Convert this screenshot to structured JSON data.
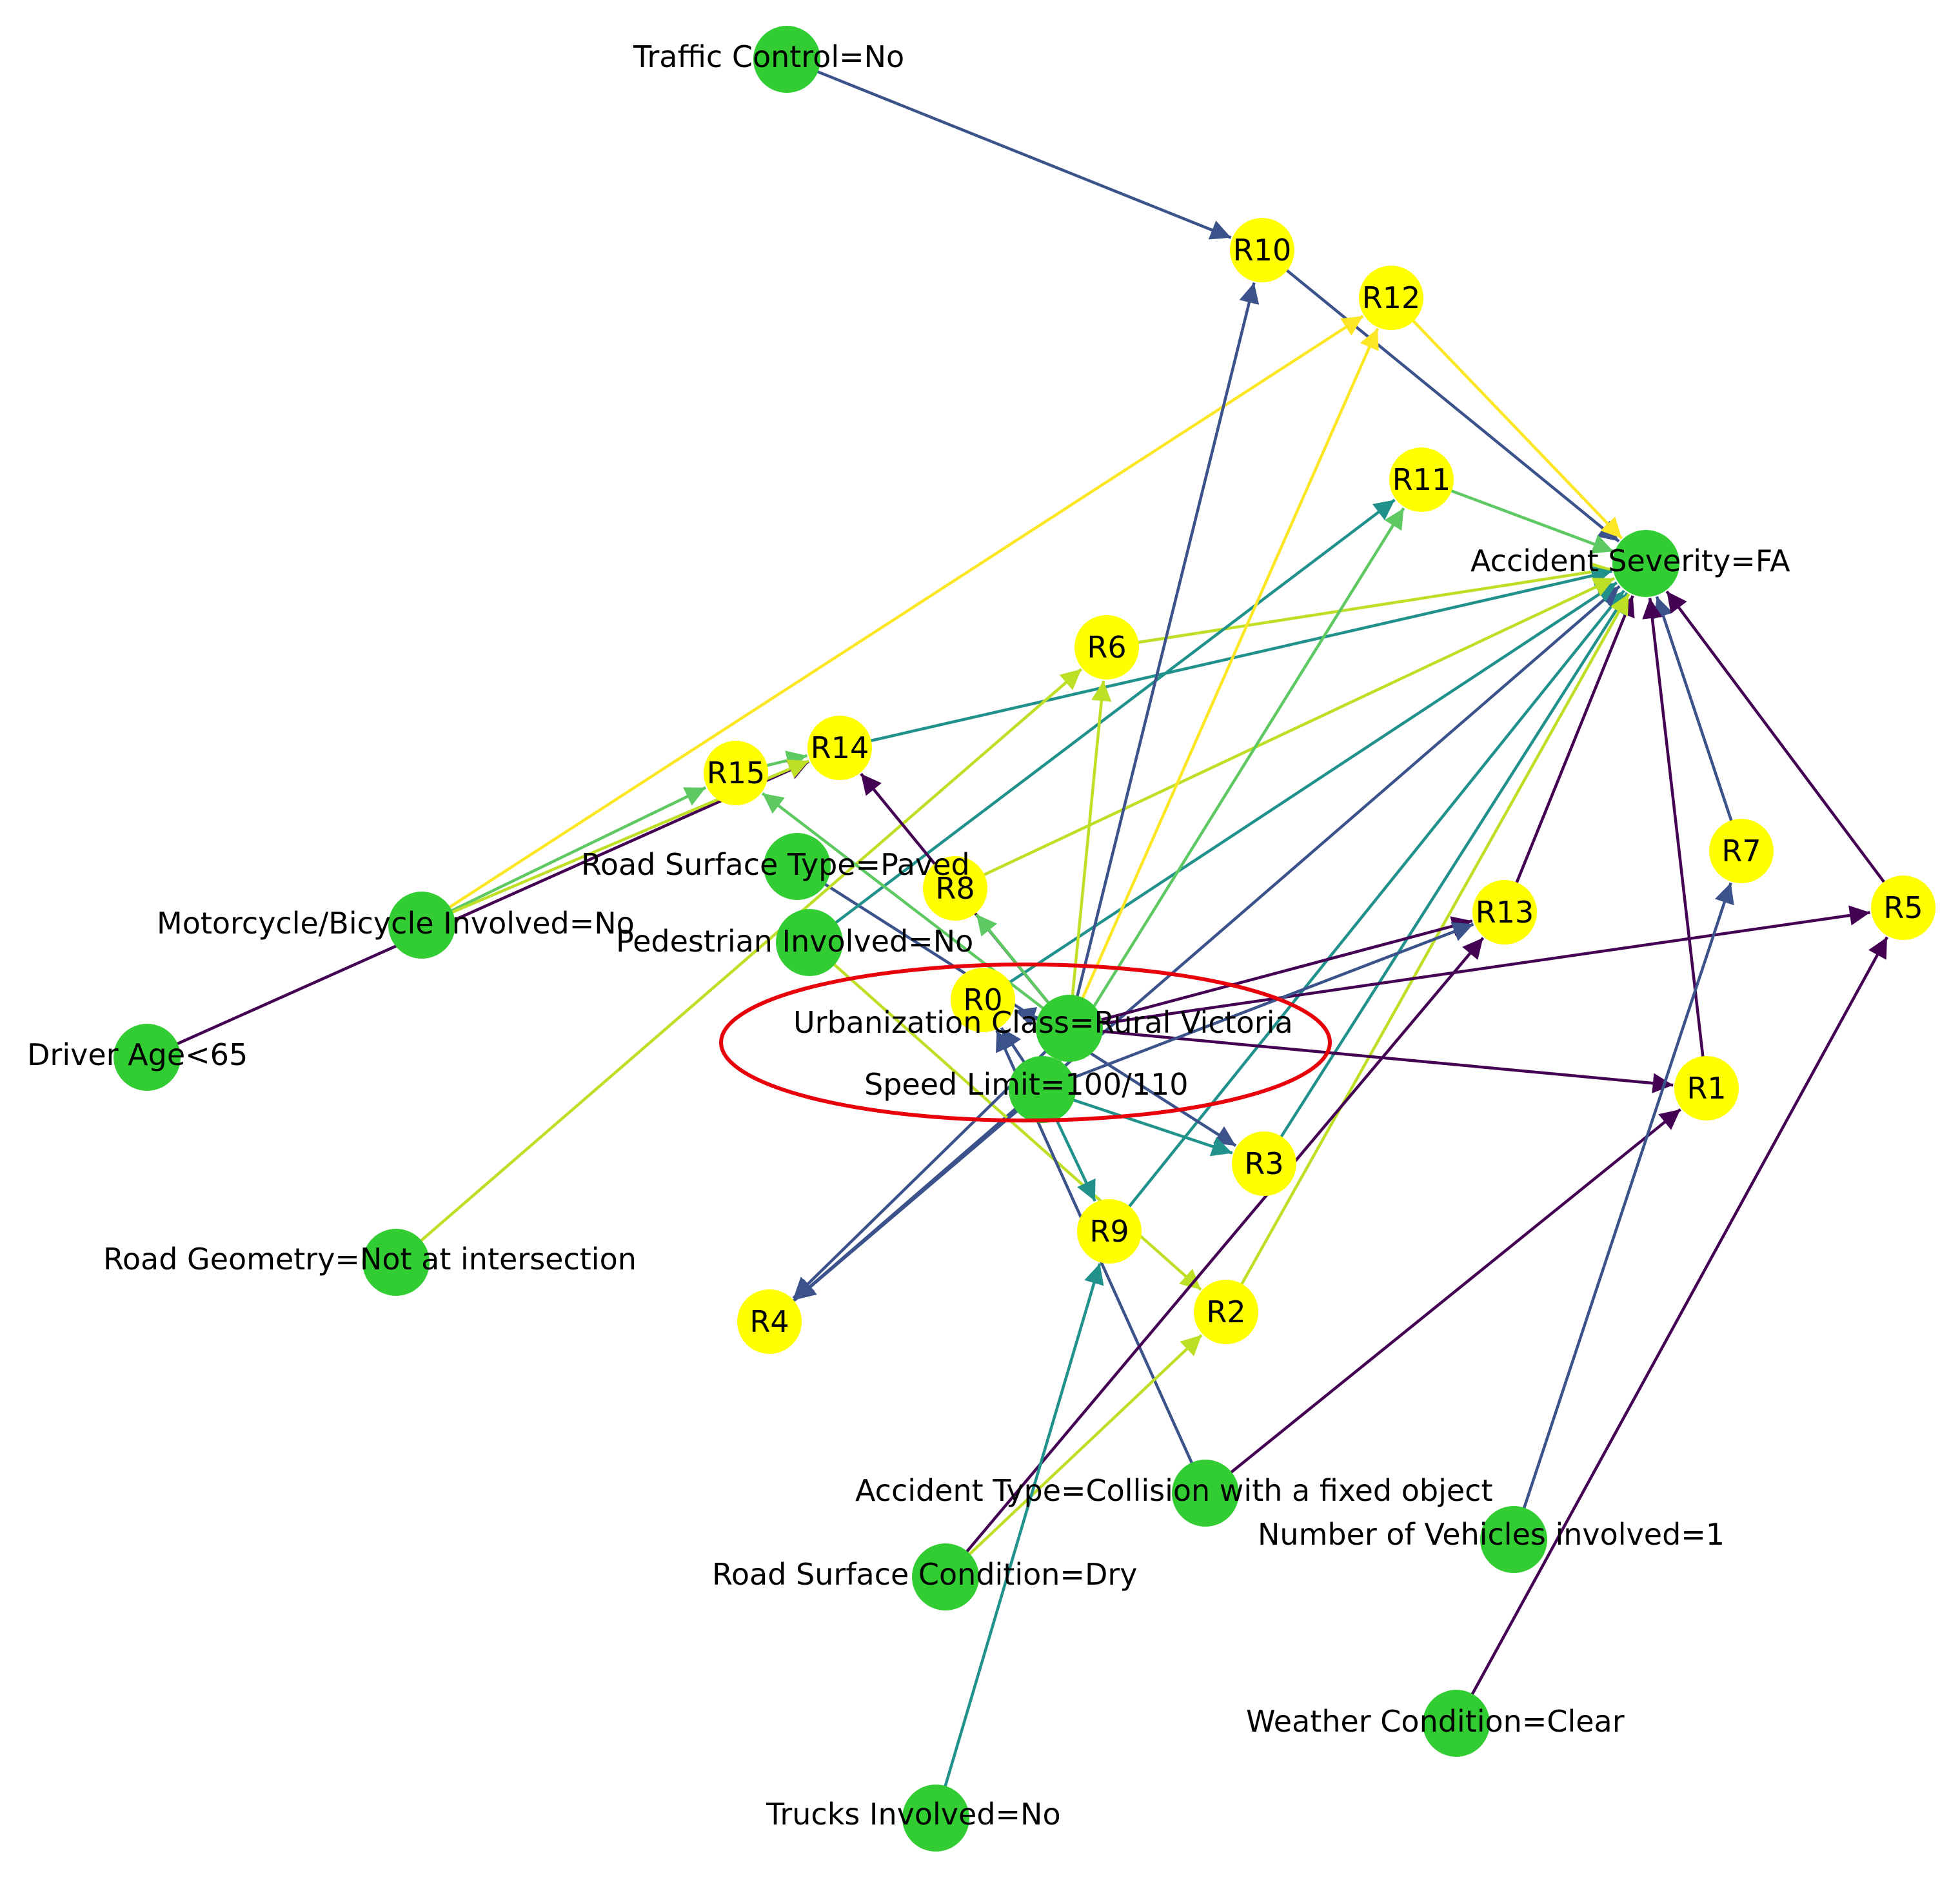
{
  "diagram": {
    "type": "association-rule-graph",
    "colors": {
      "item_node": "#32cd32",
      "rule_node": "#ffff00",
      "highlight": "#e8000b",
      "edge_scale": [
        "#440154",
        "#3b528b",
        "#21918c",
        "#5ec962",
        "#bddf26",
        "#fde725"
      ]
    },
    "item_nodes": [
      {
        "id": "tc",
        "label": "Traffic Control=No"
      },
      {
        "id": "as",
        "label": "Accident Severity=FA"
      },
      {
        "id": "rst",
        "label": "Road Surface Type=Paved"
      },
      {
        "id": "mbi",
        "label": "Motorcycle/Bicycle Involved=No"
      },
      {
        "id": "pi",
        "label": "Pedestrian Involved=No"
      },
      {
        "id": "da",
        "label": "Driver Age<65"
      },
      {
        "id": "uc",
        "label": "Urbanization Class=Rural Victoria"
      },
      {
        "id": "sl",
        "label": "Speed Limit=100/110"
      },
      {
        "id": "rg",
        "label": "Road Geometry=Not at intersection"
      },
      {
        "id": "at",
        "label": "Accident Type=Collision with a fixed object"
      },
      {
        "id": "nv",
        "label": "Number of Vehicles involved=1"
      },
      {
        "id": "rsc",
        "label": "Road Surface Condition=Dry"
      },
      {
        "id": "wc",
        "label": "Weather Condition=Clear"
      },
      {
        "id": "ti",
        "label": "Trucks Involved=No"
      }
    ],
    "rule_nodes": [
      {
        "id": "R0",
        "label": "R0"
      },
      {
        "id": "R1",
        "label": "R1"
      },
      {
        "id": "R2",
        "label": "R2"
      },
      {
        "id": "R3",
        "label": "R3"
      },
      {
        "id": "R4",
        "label": "R4"
      },
      {
        "id": "R5",
        "label": "R5"
      },
      {
        "id": "R6",
        "label": "R6"
      },
      {
        "id": "R7",
        "label": "R7"
      },
      {
        "id": "R8",
        "label": "R8"
      },
      {
        "id": "R9",
        "label": "R9"
      },
      {
        "id": "R10",
        "label": "R10"
      },
      {
        "id": "R11",
        "label": "R11"
      },
      {
        "id": "R12",
        "label": "R12"
      },
      {
        "id": "R13",
        "label": "R13"
      },
      {
        "id": "R14",
        "label": "R14"
      },
      {
        "id": "R15",
        "label": "R15"
      }
    ],
    "edges": [
      {
        "from": "tc",
        "to": "R10",
        "shade": 1
      },
      {
        "from": "R10",
        "to": "as",
        "shade": 1
      },
      {
        "from": "R12",
        "to": "as",
        "shade": 5
      },
      {
        "from": "R11",
        "to": "as",
        "shade": 3
      },
      {
        "from": "R6",
        "to": "as",
        "shade": 4
      },
      {
        "from": "R14",
        "to": "as",
        "shade": 2
      },
      {
        "from": "R15",
        "to": "R14",
        "shade": 3
      },
      {
        "from": "R13",
        "to": "as",
        "shade": 0
      },
      {
        "from": "R7",
        "to": "as",
        "shade": 1
      },
      {
        "from": "R1",
        "to": "as",
        "shade": 0
      },
      {
        "from": "R5",
        "to": "as",
        "shade": 0
      },
      {
        "from": "R3",
        "to": "as",
        "shade": 2
      },
      {
        "from": "R9",
        "to": "as",
        "shade": 2
      },
      {
        "from": "R2",
        "to": "as",
        "shade": 4
      },
      {
        "from": "R4",
        "to": "as",
        "shade": 1
      },
      {
        "from": "R0",
        "to": "as",
        "shade": 2
      },
      {
        "from": "R8",
        "to": "as",
        "shade": 4
      },
      {
        "from": "da",
        "to": "R14",
        "shade": 0
      },
      {
        "from": "mbi",
        "to": "R15",
        "shade": 3
      },
      {
        "from": "mbi",
        "to": "R14",
        "shade": 4
      },
      {
        "from": "mbi",
        "to": "R12",
        "shade": 5
      },
      {
        "from": "rst",
        "to": "R3",
        "shade": 1
      },
      {
        "from": "pi",
        "to": "R11",
        "shade": 2
      },
      {
        "from": "pi",
        "to": "R2",
        "shade": 4
      },
      {
        "from": "rg",
        "to": "R6",
        "shade": 4
      },
      {
        "from": "uc",
        "to": "R10",
        "shade": 1
      },
      {
        "from": "uc",
        "to": "R12",
        "shade": 5
      },
      {
        "from": "uc",
        "to": "R6",
        "shade": 4
      },
      {
        "from": "uc",
        "to": "R14",
        "shade": 0
      },
      {
        "from": "uc",
        "to": "R15",
        "shade": 3
      },
      {
        "from": "uc",
        "to": "R13",
        "shade": 0
      },
      {
        "from": "uc",
        "to": "R5",
        "shade": 0
      },
      {
        "from": "uc",
        "to": "R1",
        "shade": 0
      },
      {
        "from": "uc",
        "to": "R4",
        "shade": 1
      },
      {
        "from": "uc",
        "to": "R0",
        "shade": 1
      },
      {
        "from": "uc",
        "to": "R8",
        "shade": 3
      },
      {
        "from": "sl",
        "to": "R11",
        "shade": 3
      },
      {
        "from": "sl",
        "to": "R13",
        "shade": 1
      },
      {
        "from": "sl",
        "to": "R3",
        "shade": 2
      },
      {
        "from": "sl",
        "to": "R9",
        "shade": 2
      },
      {
        "from": "sl",
        "to": "R4",
        "shade": 1
      },
      {
        "from": "sl",
        "to": "R0",
        "shade": 1
      },
      {
        "from": "at",
        "to": "R1",
        "shade": 0
      },
      {
        "from": "at",
        "to": "R0",
        "shade": 1
      },
      {
        "from": "rsc",
        "to": "R13",
        "shade": 0
      },
      {
        "from": "rsc",
        "to": "R2",
        "shade": 4
      },
      {
        "from": "ti",
        "to": "R9",
        "shade": 2
      },
      {
        "from": "nv",
        "to": "R7",
        "shade": 1
      },
      {
        "from": "wc",
        "to": "R5",
        "shade": 0
      }
    ]
  }
}
